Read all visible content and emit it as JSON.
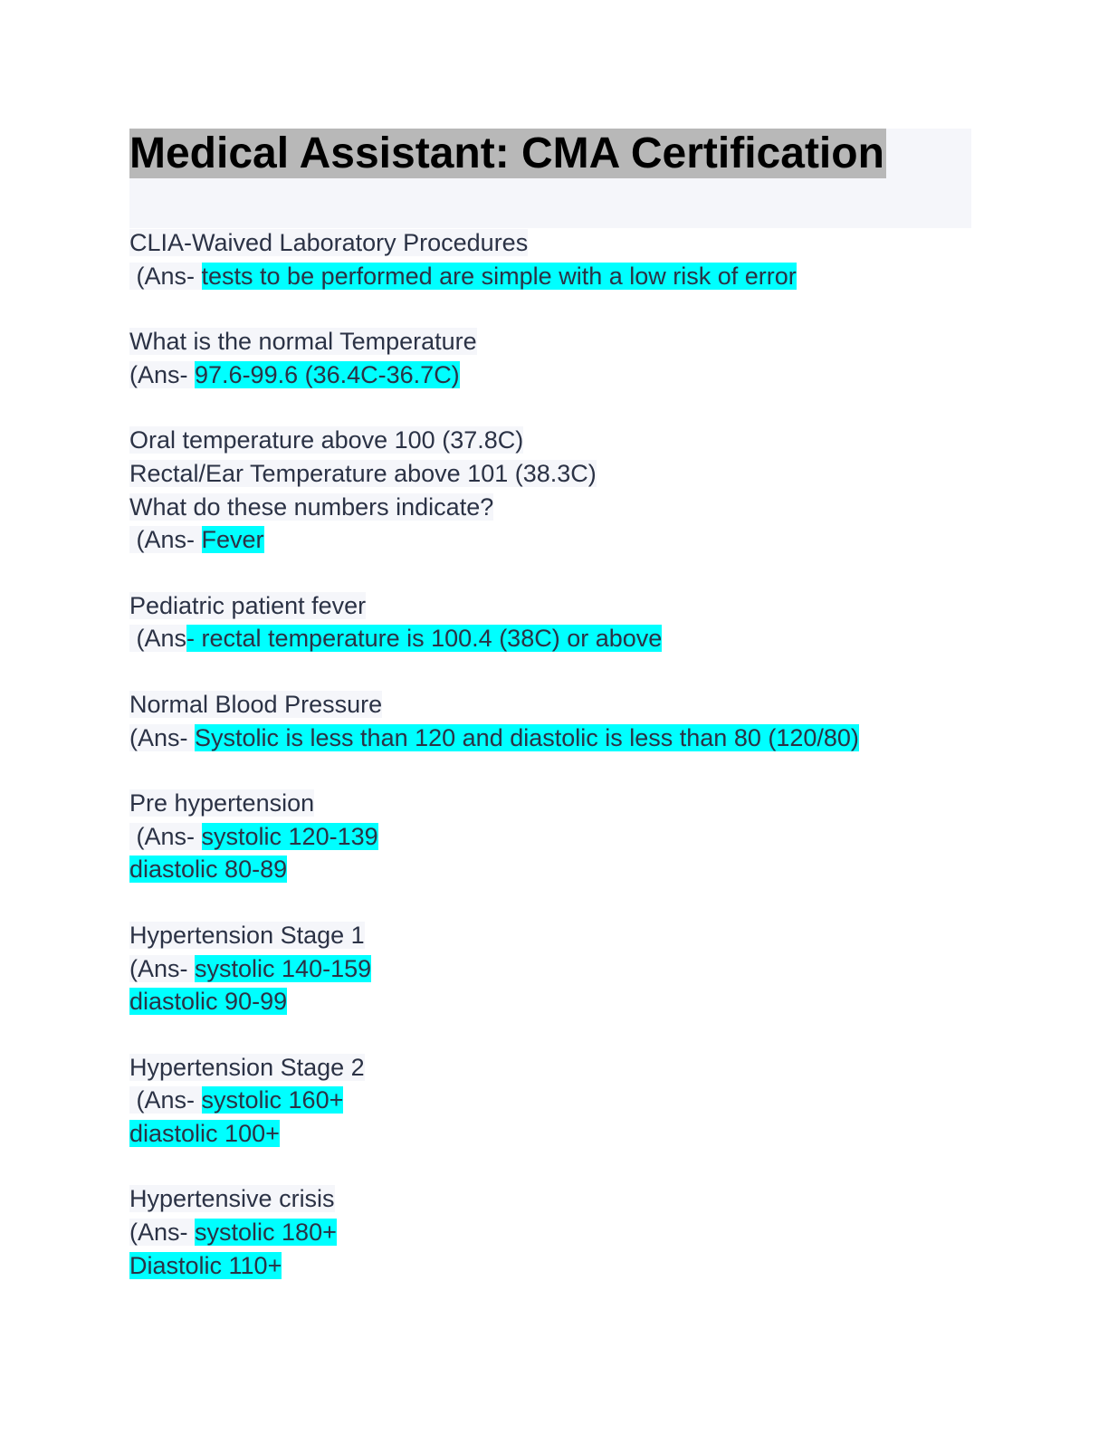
{
  "title": "Medical Assistant: CMA Certification",
  "highlight_color": "#00ffff",
  "title_highlight_color": "#b8b8b8",
  "items": [
    {
      "question": [
        "CLIA-Waived Laboratory Procedures"
      ],
      "answer_prefix": " (Ans- ",
      "answer_lines": [
        "tests to be performed are simple with a low risk of error"
      ]
    },
    {
      "question": [
        "What is the normal Temperature"
      ],
      "answer_prefix": "(Ans- ",
      "answer_lines": [
        "97.6-99.6 (36.4C-36.7C)"
      ]
    },
    {
      "question": [
        "Oral temperature above 100 (37.8C)",
        "Rectal/Ear Temperature above 101 (38.3C)",
        "What do these numbers indicate?"
      ],
      "answer_prefix": " (Ans- ",
      "answer_lines": [
        "Fever"
      ]
    },
    {
      "question": [
        "Pediatric patient fever"
      ],
      "answer_prefix": " (Ans",
      "answer_lines": [
        "- rectal temperature is 100.4 (38C) or above"
      ]
    },
    {
      "question": [
        "Normal Blood Pressure"
      ],
      "answer_prefix": "(Ans- ",
      "answer_lines": [
        "Systolic is less than 120 and diastolic is less than 80 (120/80)"
      ]
    },
    {
      "question": [
        "Pre hypertension"
      ],
      "answer_prefix": " (Ans- ",
      "answer_lines": [
        "systolic 120-139",
        "diastolic 80-89"
      ]
    },
    {
      "question": [
        "Hypertension Stage 1"
      ],
      "answer_prefix": "(Ans- ",
      "answer_lines": [
        "systolic 140-159",
        "diastolic 90-99"
      ]
    },
    {
      "question": [
        "Hypertension Stage 2"
      ],
      "answer_prefix": " (Ans- ",
      "answer_lines": [
        "systolic 160+",
        "diastolic 100+"
      ]
    },
    {
      "question": [
        "Hypertensive crisis"
      ],
      "answer_prefix": "(Ans- ",
      "answer_lines": [
        "systolic 180+",
        "Diastolic 110+"
      ]
    }
  ]
}
